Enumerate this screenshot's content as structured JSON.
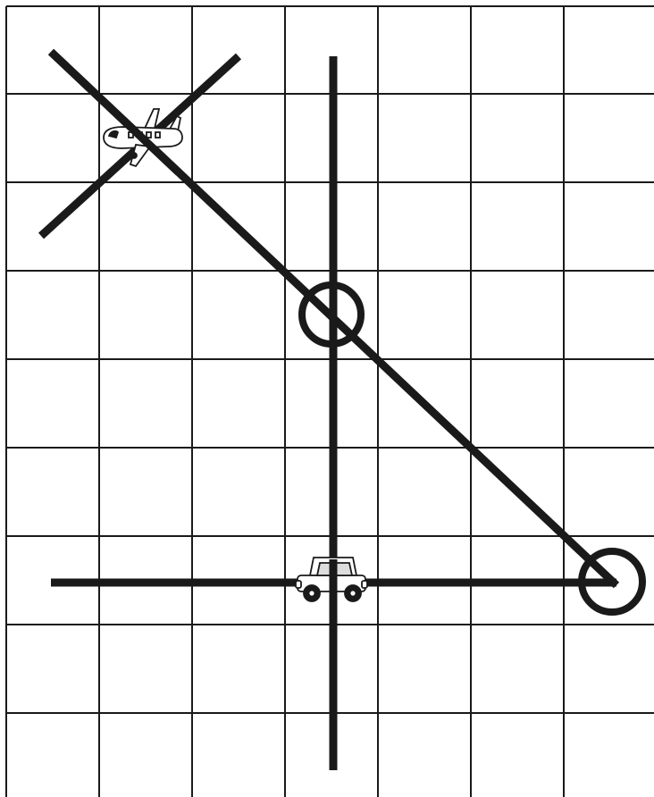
{
  "diagram": {
    "grid": {
      "columns": 7,
      "rows": 9,
      "line_color": "#1a1a1a"
    },
    "stroke_color": "#1a1a1a",
    "icons": {
      "airplane": {
        "name": "airplane-icon"
      },
      "car": {
        "name": "car-icon"
      }
    },
    "marks": {
      "cross": {
        "name": "x-mark"
      },
      "circle_middle": {
        "name": "circle-mark-middle"
      },
      "circle_right": {
        "name": "circle-mark-right"
      }
    }
  }
}
